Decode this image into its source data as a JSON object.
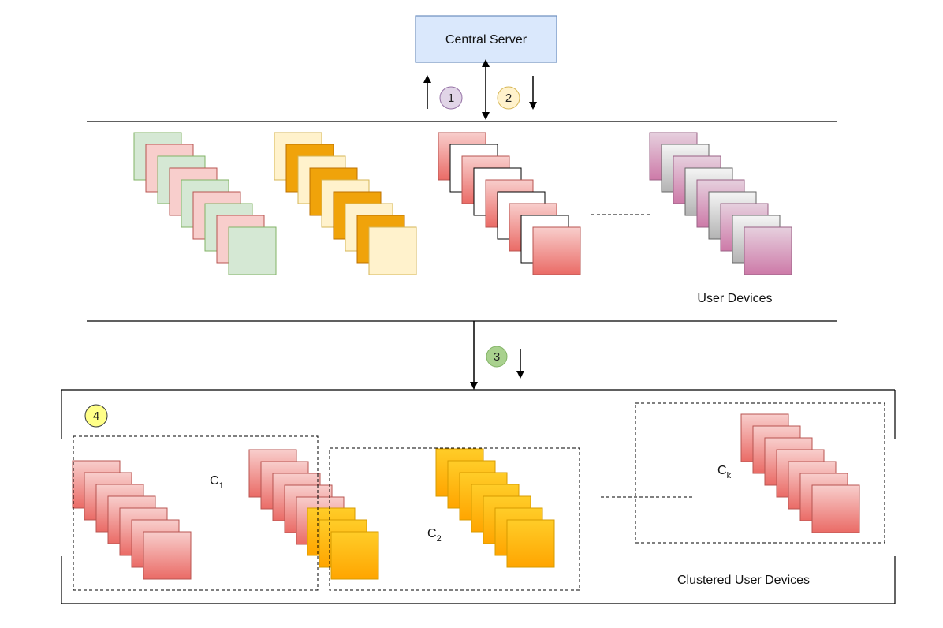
{
  "server": {
    "label": "Central Server",
    "fill": "#dae8fc",
    "stroke": "#6c8ebf"
  },
  "steps": [
    {
      "label": "1",
      "fill": "#e1d5e7",
      "stroke": "#9673a6"
    },
    {
      "label": "2",
      "fill": "#fff2cc",
      "stroke": "#d6b656"
    },
    {
      "label": "3",
      "fill": "#a9d18e",
      "stroke": "#82b366"
    },
    {
      "label": "4",
      "fill": "#ffff88",
      "stroke": "#36393d"
    }
  ],
  "user_devices_label": "User Devices",
  "clustered_label": "Clustered User Devices",
  "clusters": [
    {
      "base": "C",
      "sub": "1"
    },
    {
      "base": "C",
      "sub": "2"
    },
    {
      "base": "C",
      "sub": "k"
    }
  ],
  "device_groups": [
    {
      "name": "green-red-device-stack",
      "colors": [
        "green",
        "red"
      ]
    },
    {
      "name": "yellow-orange-device-stack",
      "colors": [
        "yellow",
        "orange"
      ]
    },
    {
      "name": "red-white-device-stack",
      "colors": [
        "red",
        "white"
      ]
    },
    {
      "name": "pink-gray-device-stack",
      "colors": [
        "pink",
        "gray"
      ]
    }
  ],
  "palette": {
    "green": "#d5e8d4",
    "green_stroke": "#82b366",
    "red_light": "#f8cecc",
    "red_dark": "#ea6b66",
    "red_stroke": "#b85450",
    "yellow": "#fff2cc",
    "yellow_stroke": "#d6b656",
    "orange": "#f0a30a",
    "orange_stroke": "#bd7000",
    "white": "#ffffff",
    "white_stroke": "#000000",
    "pink_light": "#e6d0de",
    "pink_dark": "#cd7aa8",
    "pink_stroke": "#996185",
    "gray_light": "#f5f5f5",
    "gray_dark": "#b3b3b3",
    "gray_stroke": "#666666",
    "amber_light": "#ffcd28",
    "amber_dark": "#ffa500",
    "amber_stroke": "#d79b00"
  }
}
